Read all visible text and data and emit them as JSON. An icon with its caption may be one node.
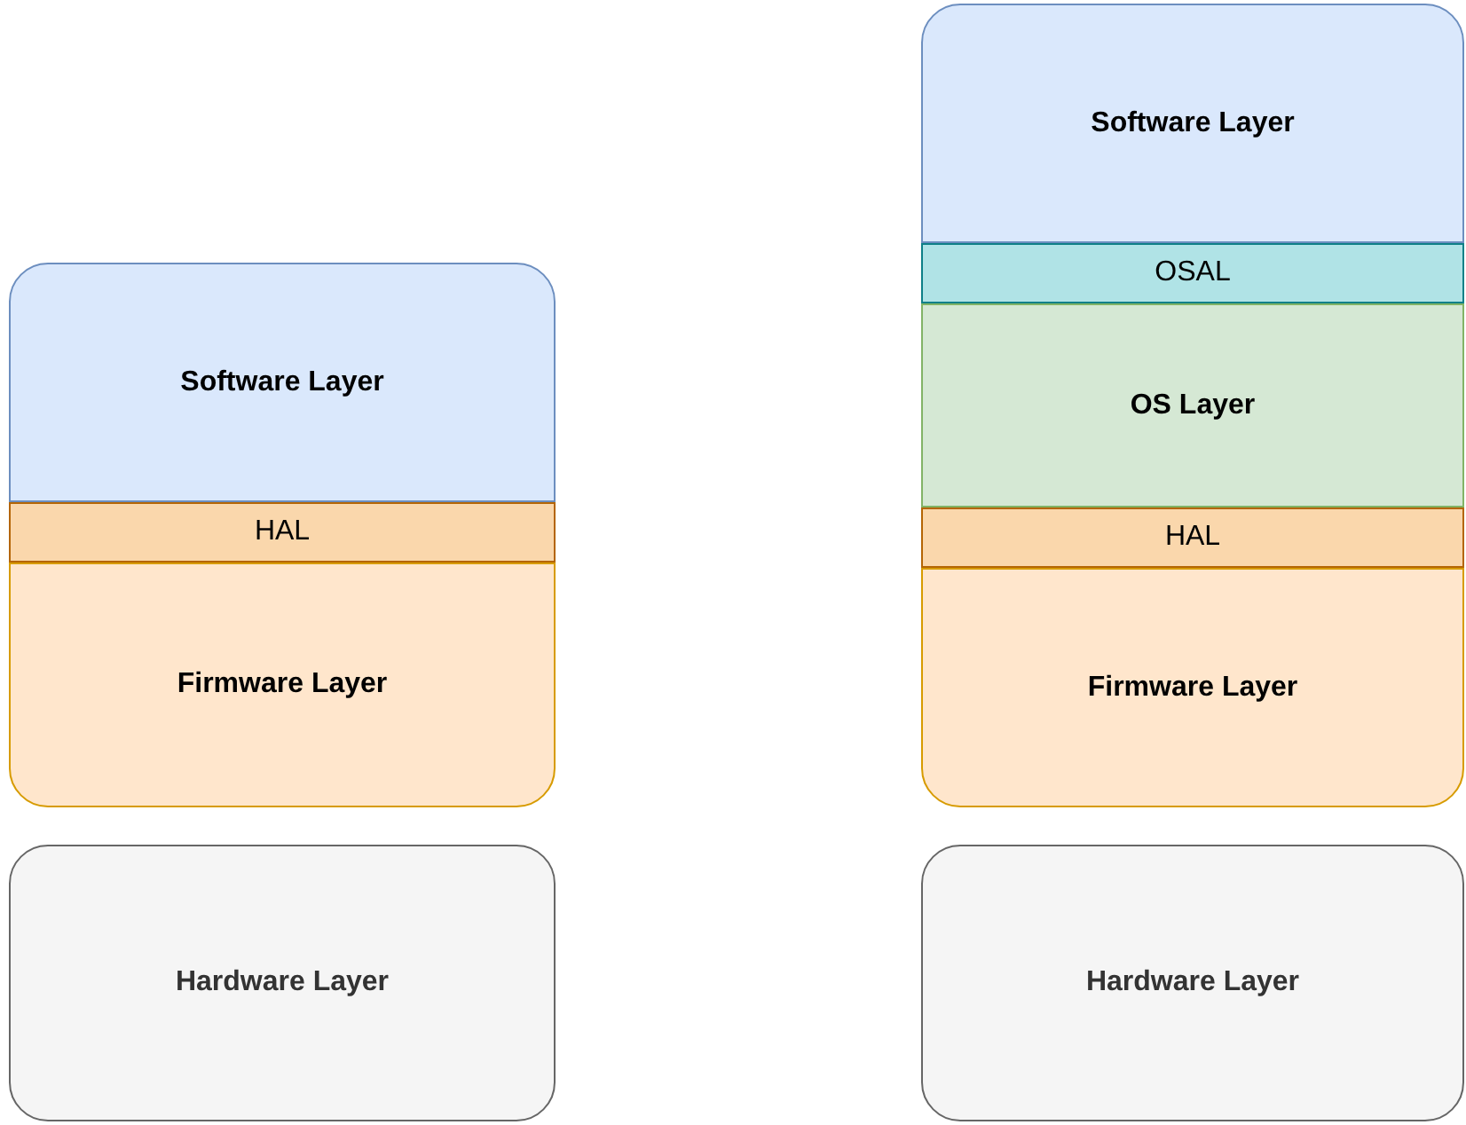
{
  "diagram": {
    "nodes": [
      {
        "text": [
          "Software Layer"
        ]
      },
      {
        "text": [
          "HAL"
        ]
      },
      {
        "text": [
          "Firmware Layer"
        ]
      },
      {
        "text": [
          "Hardware Layer"
        ]
      },
      {
        "text": [
          "Software Layer"
        ]
      },
      {
        "text": [
          "OSAL"
        ]
      },
      {
        "text": [
          "OS Layer"
        ]
      },
      {
        "text": [
          "HAL"
        ]
      },
      {
        "text": [
          "Firmware Layer"
        ]
      },
      {
        "text": [
          "Hardware Layer"
        ]
      }
    ],
    "edges": []
  }
}
